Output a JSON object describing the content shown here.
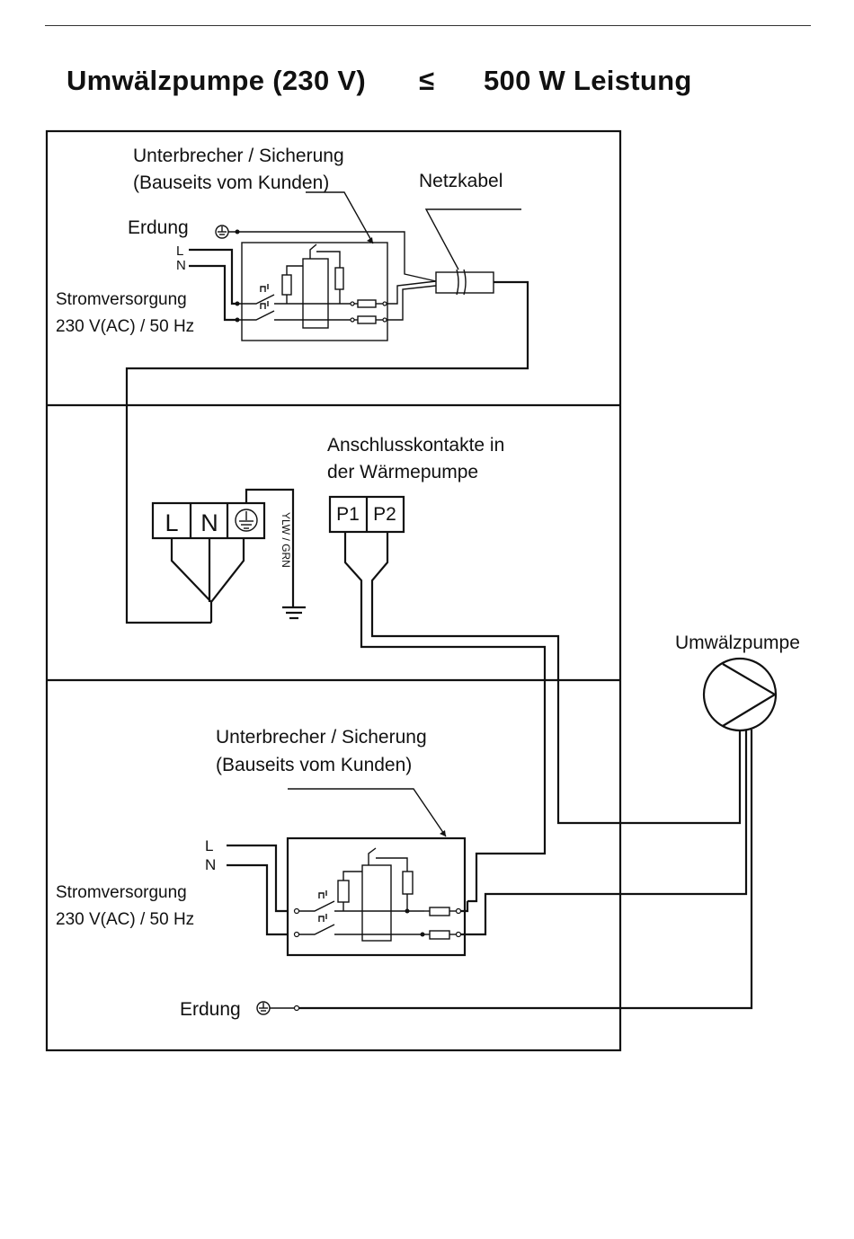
{
  "title": {
    "left": "Umwälzpumpe (230 V)",
    "symbol": "≤",
    "right": "500 W Leistung"
  },
  "top_section": {
    "breaker_line1": "Unterbrecher / Sicherung",
    "breaker_line2": "(Bauseits vom Kunden)",
    "cable_label": "Netzkabel",
    "earth_label": "Erdung",
    "l_label": "L",
    "n_label": "N",
    "supply_line1": "Stromversorgung",
    "supply_line2": "230 V(AC) / 50 Hz"
  },
  "middle_section": {
    "terminal_l": "L",
    "terminal_n": "N",
    "earth_wire_label": "YLW / GRN",
    "contacts_line1": "Anschlusskontakte in",
    "contacts_line2": "der Wärmepumpe",
    "p1": "P1",
    "p2": "P2"
  },
  "pump": {
    "label": "Umwälzpumpe"
  },
  "bottom_section": {
    "breaker_line1": "Unterbrecher / Sicherung",
    "breaker_line2": "(Bauseits vom Kunden)",
    "l_label": "L",
    "n_label": "N",
    "supply_line1": "Stromversorgung",
    "supply_line2": "230 V(AC) / 50 Hz",
    "earth_label": "Erdung"
  }
}
